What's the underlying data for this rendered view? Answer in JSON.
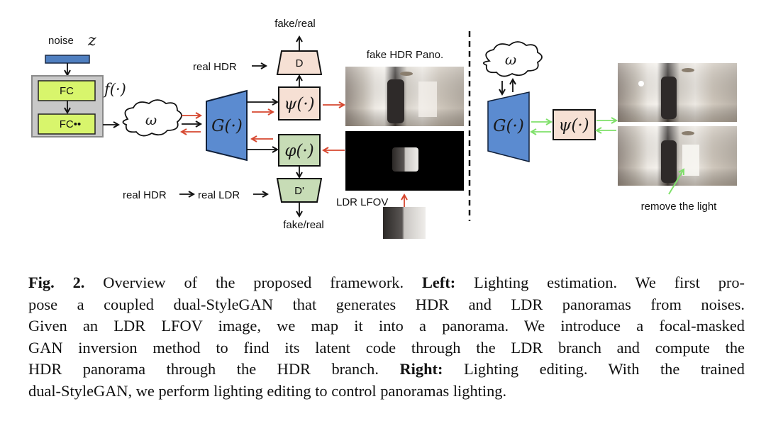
{
  "figure": {
    "left_panel": {
      "noise_label": "noise",
      "noise_symbol": "z",
      "fc_labels": [
        "FC",
        "FC••"
      ],
      "mapping_label": "f(·)",
      "latent_symbol": "ω",
      "generator_label": "G(·)",
      "hdr_head_label": "ψ(·)",
      "ldr_head_label": "φ(·)",
      "disc_hdr_label": "D",
      "disc_ldr_label": "D'",
      "fake_real_top": "fake/real",
      "fake_real_bottom": "fake/real",
      "real_hdr_top": "real HDR",
      "real_hdr_bottom": "real HDR",
      "real_ldr": "real LDR",
      "fake_hdr_pano": "fake HDR Pano.",
      "ldr_lfov": "LDR LFOV"
    },
    "right_panel": {
      "latent_symbol": "ω",
      "generator_label": "G(·)",
      "hdr_head_label": "ψ(·)",
      "annotation": "remove the light"
    },
    "colors": {
      "noise_bar": "#4f7fc0",
      "fc_box": "#d8f56c",
      "mapping_box": "#c8c8c8",
      "generator": "#5b8bd0",
      "hdr_head": "#f6e0d4",
      "ldr_head": "#c7dcb6",
      "red_arrow": "#d6472f",
      "green_arrow": "#7fe06a"
    }
  },
  "caption": {
    "lines": [
      [
        {
          "b": "Fig. 2."
        },
        {
          "t": " Overview of the proposed framework. "
        },
        {
          "b": "Left:"
        },
        {
          "t": " Lighting estimation. We first pro-"
        }
      ],
      [
        {
          "t": "pose a coupled dual-StyleGAN that generates HDR and LDR panoramas from noises."
        }
      ],
      [
        {
          "t": "Given an LDR LFOV image, we map it into a panorama. We introduce a focal-masked"
        }
      ],
      [
        {
          "t": "GAN inversion method to find its latent code through the LDR branch and compute the"
        }
      ],
      [
        {
          "t": "HDR panorama through the HDR branch. "
        },
        {
          "b": "Right:"
        },
        {
          "t": " Lighting editing. With the trained"
        }
      ],
      [
        {
          "t": "dual-StyleGAN, we perform lighting editing to control panoramas lighting."
        }
      ]
    ]
  }
}
